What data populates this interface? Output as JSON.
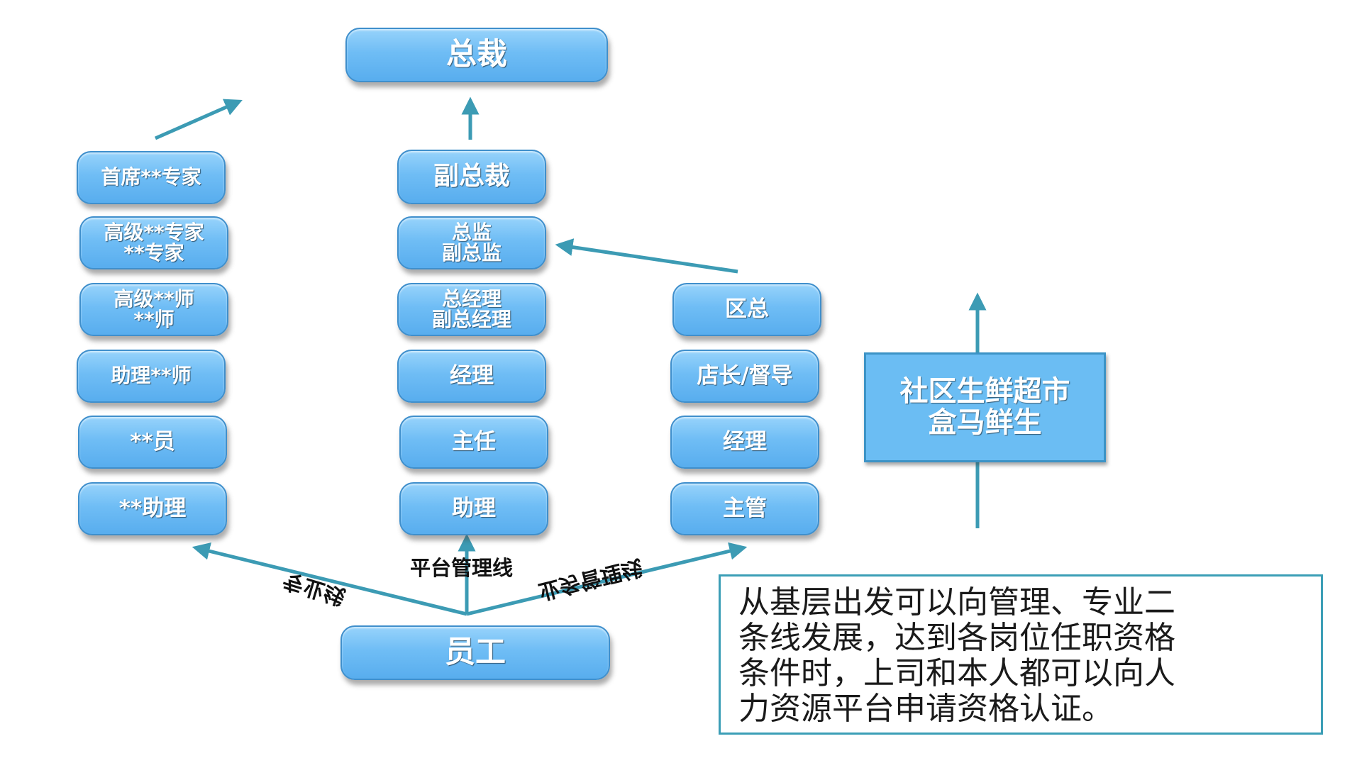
{
  "colors": {
    "box_fill_top": "#97d3fb",
    "box_fill_bottom": "#58adee",
    "box_border": "#3f8fcc",
    "arrow": "#3c9bb4",
    "note_border": "#3b9eb6"
  },
  "top": {
    "president": "总裁",
    "employee": "员工"
  },
  "professional_line": {
    "label": "专业线",
    "levels": [
      [
        "首席**专家"
      ],
      [
        "高级**专家",
        "**专家"
      ],
      [
        "高级**师",
        "**师"
      ],
      [
        "助理**师"
      ],
      [
        "**员"
      ],
      [
        "**助理"
      ]
    ]
  },
  "platform_line": {
    "label": "平台管理线",
    "levels": [
      [
        "副总裁"
      ],
      [
        "总监",
        "副总监"
      ],
      [
        "总经理",
        "副总经理"
      ],
      [
        "经理"
      ],
      [
        "主任"
      ],
      [
        "助理"
      ]
    ]
  },
  "business_line": {
    "label": "业务管理线",
    "levels": [
      [
        "区总"
      ],
      [
        "店长/督导"
      ],
      [
        "经理"
      ],
      [
        "主管"
      ]
    ]
  },
  "company_box": [
    "社区生鲜超市",
    "盒马鲜生"
  ],
  "note_lines": [
    "从基层出发可以向管理、专业二",
    "条线发展，达到各岗位任职资格",
    "条件时，上司和本人都可以向人",
    "力资源平台申请资格认证。"
  ]
}
